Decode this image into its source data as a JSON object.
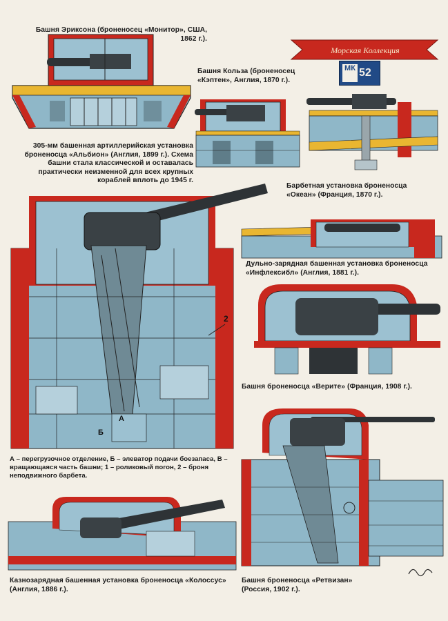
{
  "series_banner": "Морская Коллекция",
  "series_badge": {
    "letters": "МК",
    "number": "52"
  },
  "colors": {
    "armor_red": "#c8281e",
    "structure_blue": "#8fb7c8",
    "gun_dark": "#2e3336",
    "wood_yellow": "#e9b631",
    "paper": "#f3efe6"
  },
  "captions": {
    "monitor": "Башня Эриксона (броненосец «Монитор», США, 1862 г.).",
    "captain": "Башня Кольза (броненосец «Кэптен», Англия, 1870 г.).",
    "albion": "305-мм башенная артиллерийская установка броненосца «Альбион» (Англия, 1899 г.). Схема башни стала классической и оставалась практически неизменной для всех крупных кораблей вплоть до 1945 г.",
    "ocean": "Барбетная установка броненосца «Океан» (Франция, 1870 г.).",
    "inflexible": "Дульно-зарядная башенная установка броненосца «Инфлексибл» (Англия, 1881 г.).",
    "verite": "Башня броненосца «Верите» (Франция, 1908 г.).",
    "colossus": "Казнозарядная башенная установка броненосца «Колоссус» (Англия, 1886 г.).",
    "retvizan": "Башня броненосца «Ретвизан» (Россия, 1902 г.)."
  },
  "legend": "А – перегрузочное отделение, Б – элеватор подачи боезапаса, В – вращающаяся часть башни; 1 – роликовый погон, 2 – броня неподвижного барбета.",
  "figure_labels": {
    "b": "Б",
    "a": "А",
    "two": "2"
  }
}
